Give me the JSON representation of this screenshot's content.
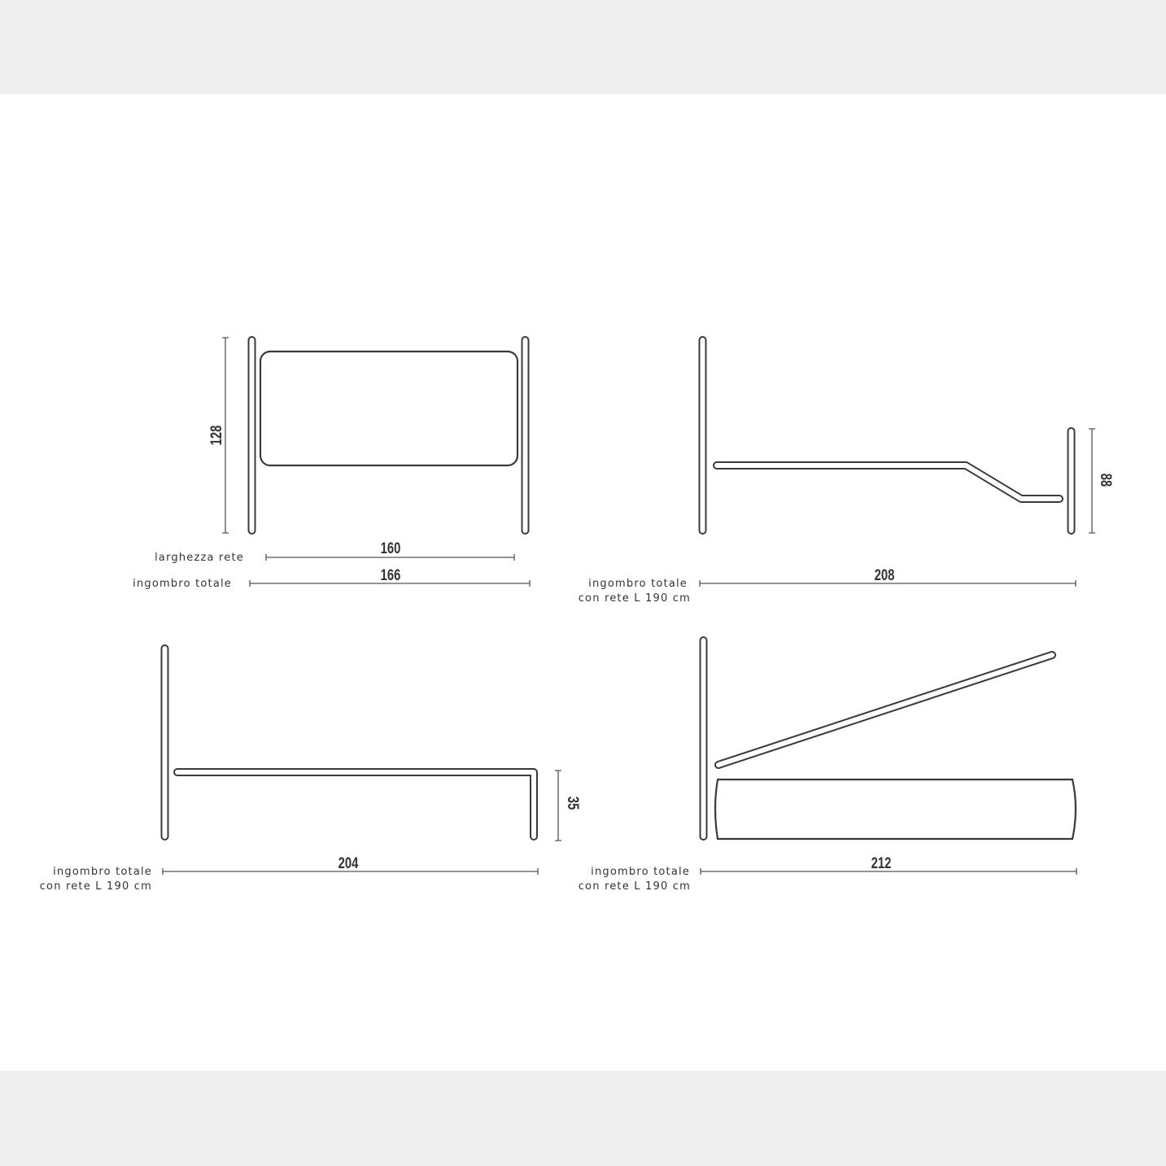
{
  "colors": {
    "line": "#3a3a3a",
    "band": "#efefef",
    "background": "#ffffff"
  },
  "front_view": {
    "height": "128",
    "mattress_width": "160",
    "total_width": "166",
    "label_mattress_width": "larghezza rete",
    "label_total": "ingombro totale"
  },
  "side_view_low_footboard": {
    "footboard_height": "88",
    "total_length": "208",
    "label_line1": "ingombro totale",
    "label_line2": "con rete L 190 cm"
  },
  "side_view_no_footboard": {
    "rail_height": "35",
    "total_length": "204",
    "label_line1": "ingombro totale",
    "label_line2": "con rete L 190 cm"
  },
  "side_view_storage": {
    "total_length": "212",
    "label_line1": "ingombro totale",
    "label_line2": "con rete L 190 cm"
  }
}
